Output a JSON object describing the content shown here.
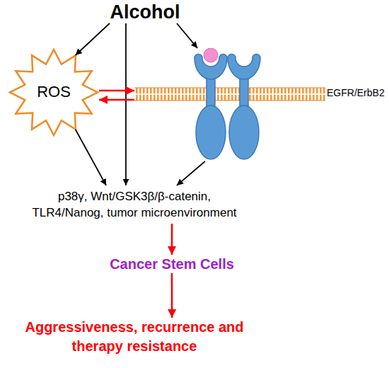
{
  "diagram": {
    "nodes": [
      {
        "text": [
          "Alcohol"
        ]
      },
      {
        "text": [
          "ROS"
        ]
      },
      {
        "text": [
          "EGFR/ErbB2"
        ]
      },
      {
        "text": [
          "p38γ, Wnt/GSK3β/β-catenin, TLR4/Nanog, tumor microenvironment"
        ]
      },
      {
        "text": [
          "Cancer Stem Cells"
        ]
      },
      {
        "text": [
          "Aggressiveness, recurrence and therapy resistance"
        ]
      }
    ],
    "edges": [
      {
        "from": 0,
        "to": 1,
        "arrow": "to"
      },
      {
        "from": 0,
        "to": 3,
        "arrow": "to"
      },
      {
        "from": 0,
        "to": 2,
        "arrow": "to"
      },
      {
        "from": 1,
        "to": 2,
        "arrow": "to"
      },
      {
        "from": 2,
        "to": 1,
        "arrow": "to"
      },
      {
        "from": 1,
        "to": 3,
        "arrow": "to"
      },
      {
        "from": 2,
        "to": 3,
        "arrow": "to"
      },
      {
        "from": 3,
        "to": 4,
        "arrow": "to"
      },
      {
        "from": 4,
        "to": 5,
        "arrow": "to"
      }
    ]
  }
}
